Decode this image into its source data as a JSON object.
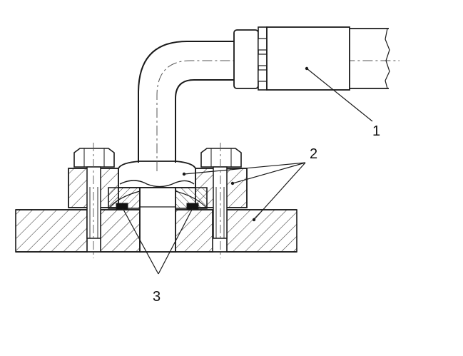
{
  "callouts": {
    "hose": "1",
    "flange_and_plate": "2",
    "seals": "3"
  },
  "colors": {
    "line": "#1a1a1a",
    "hatch": "#333333",
    "seal": "#111111",
    "paper": "#ffffff"
  }
}
